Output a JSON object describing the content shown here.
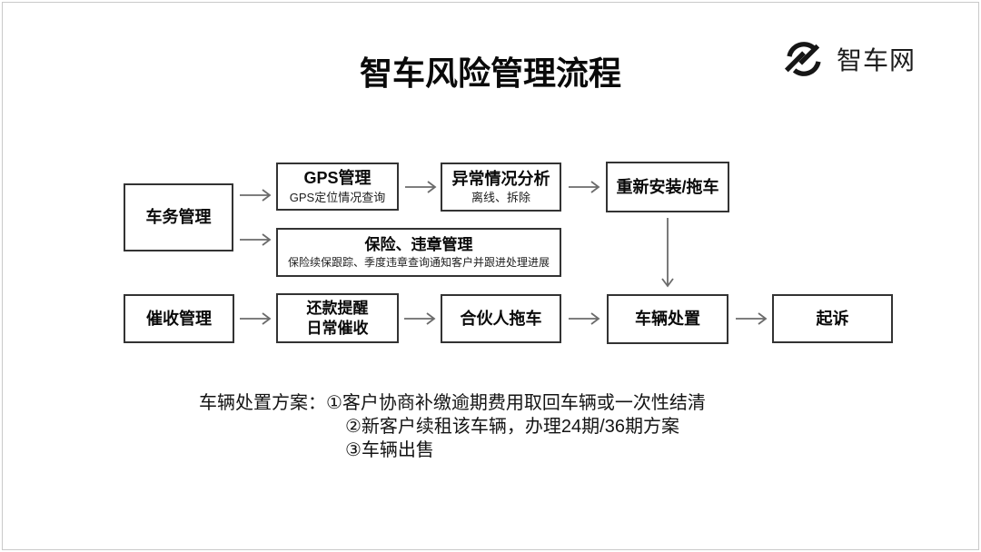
{
  "page": {
    "title": "智车风险管理流程"
  },
  "brand": {
    "name": "智车网",
    "icon": "zhiche-logo"
  },
  "nodes": {
    "vehicle_mgmt": {
      "label": "车务管理"
    },
    "gps": {
      "label": "GPS管理",
      "sub": "GPS定位情况查询"
    },
    "abnormal": {
      "label": "异常情况分析",
      "sub": "离线、拆除"
    },
    "reinstall": {
      "label": "重新安装/拖车"
    },
    "insurance": {
      "label": "保险、违章管理",
      "sub": "保险续保跟踪、季度违章查询通知客户并跟进处理进展"
    },
    "collection": {
      "label": "催收管理"
    },
    "repayment": {
      "line1": "还款提醒",
      "line2": "日常催收"
    },
    "partner_tow": {
      "label": "合伙人拖车"
    },
    "disposal": {
      "label": "车辆处置"
    },
    "lawsuit": {
      "label": "起诉"
    }
  },
  "notes": {
    "line1": "车辆处置方案：①客户协商补缴逾期费用取回车辆或一次性结清",
    "line2": "②新客户续租该车辆，办理24期/36期方案",
    "line3": "③车辆出售"
  },
  "colors": {
    "box_border": "#333333",
    "arrow": "#6b6b6b",
    "text": "#111111",
    "frame_border": "#c9c9c9",
    "background": "#ffffff"
  }
}
